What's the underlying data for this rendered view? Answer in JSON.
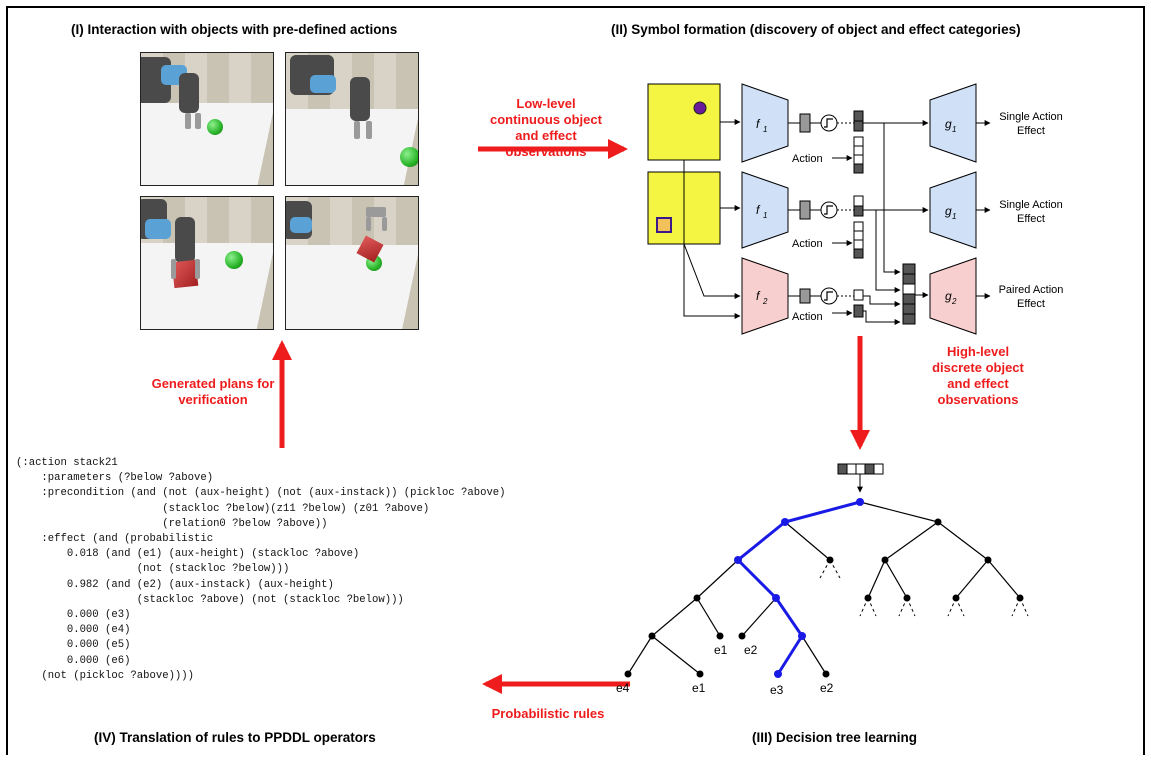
{
  "panels": {
    "p1": "(I) Interaction with objects with pre-defined actions",
    "p2": "(II) Symbol formation (discovery of object and effect categories)",
    "p3": "(III) Decision tree learning",
    "p4": "(IV) Translation of rules to PPDDL operators"
  },
  "arrows": {
    "low_level": [
      "Low-level",
      "continuous object",
      "and effect",
      "observations"
    ],
    "high_level": [
      "High-level",
      "discrete object",
      "and effect",
      "observations"
    ],
    "generated": [
      "Generated plans for",
      "verification"
    ],
    "probabilistic": "Probabilistic rules"
  },
  "network": {
    "f1": "f",
    "f1_sub": "1",
    "f2": "f",
    "f2_sub": "2",
    "g1": "g",
    "g1_sub": "1",
    "g2": "g",
    "g2_sub": "2",
    "action": "Action",
    "single_effect": [
      "Single Action",
      "Effect"
    ],
    "paired_effect": [
      "Paired Action",
      "Effect"
    ]
  },
  "tree": {
    "leaf_labels": [
      "e4",
      "e1",
      "e1",
      "e2",
      "e3",
      "e2"
    ]
  },
  "code_lines": [
    "(:action stack21",
    "    :parameters (?below ?above)",
    "    :precondition (and (not (aux-height) (not (aux-instack)) (pickloc ?above)",
    "                       (stackloc ?below)(z11 ?below) (z01 ?above)",
    "                       (relation0 ?below ?above))",
    "    :effect (and (probabilistic",
    "        0.018 (and (e1) (aux-height) (stackloc ?above)",
    "                   (not (stackloc ?below)))",
    "        0.982 (and (e2) (aux-instack) (aux-height)",
    "                   (stackloc ?above) (not (stackloc ?below)))",
    "        0.000 (e3)",
    "        0.000 (e4)",
    "        0.000 (e5)",
    "        0.000 (e6)",
    "    (not (pickloc ?above))))"
  ],
  "colors": {
    "arrow_red": "#ee1c1c",
    "input_yellow": "#f4f542",
    "encoder_blue": "#cfe0f7",
    "encoder_pink": "#f8cfcf",
    "tree_blue": "#1a1ae6"
  }
}
